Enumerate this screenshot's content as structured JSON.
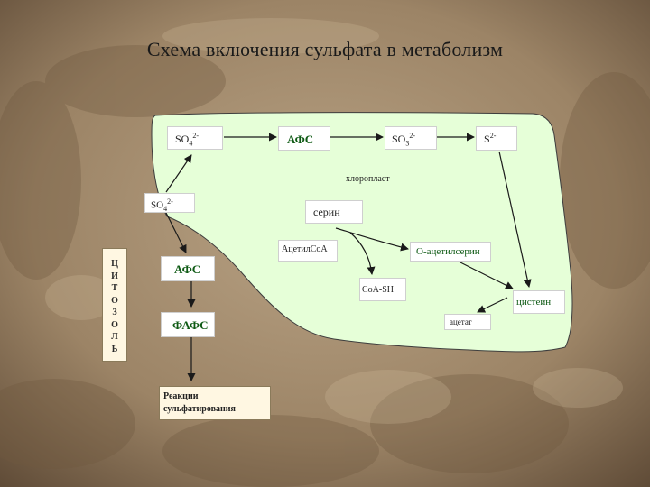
{
  "title": "Схема включения сульфата в метаболизм",
  "nodes": {
    "so4_chl": {
      "base": "SO",
      "sub": "4",
      "sup": "2-"
    },
    "aps_chl": "АФС",
    "so3": {
      "base": "SO",
      "sub": "3",
      "sup": "2-"
    },
    "s2": {
      "base": "S",
      "sup": "2-"
    },
    "chloroplast_label": "хлоропласт",
    "so4_cyto": {
      "base": "SO",
      "sub": "4",
      "sup": "2-"
    },
    "serine": "серин",
    "acetyl_coa": "АцетилCoA",
    "o_acetylserine": "О-ацетилсерин",
    "coa_sh": "CoA-SH",
    "cysteine": "цистеин",
    "acetate": "ацетат",
    "aps_cyto": "АФС",
    "paps": "ФАФС",
    "sulfation": [
      "Реакции",
      "сульфатирования"
    ]
  },
  "cytosol_letters": [
    "Ц",
    "И",
    "Т",
    "О",
    "З",
    "О",
    "Л",
    "Ь"
  ],
  "colors": {
    "background": "#a08a6c",
    "chloroplast_fill": "#e6ffd8",
    "arrow": "#1a1a1a",
    "text_green": "#0e5a14"
  }
}
